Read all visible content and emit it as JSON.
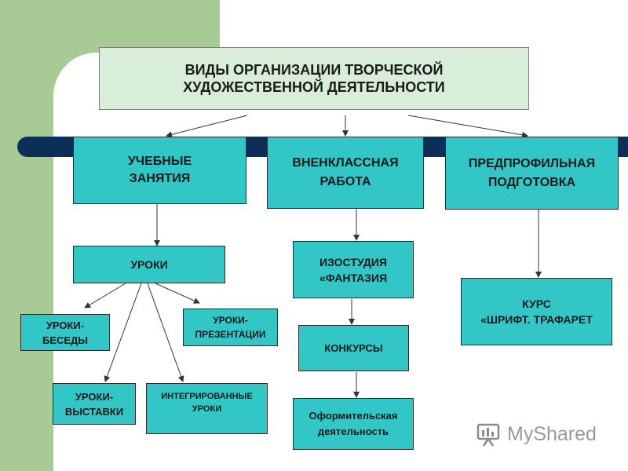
{
  "title": {
    "line1": "ВИДЫ ОРГАНИЗАЦИИ ТВОРЧЕСКОЙ",
    "line2": "ХУДОЖЕСТВЕННОЙ ДЕЯТЕЛЬНОСТИ"
  },
  "categories": {
    "academic": {
      "line1": "УЧЕБНЫЕ",
      "line2": "ЗАНЯТИЯ"
    },
    "extracurricular": {
      "line1": "ВНЕНКЛАССНАЯ",
      "line2": "РАБОТА"
    },
    "preprofile": {
      "line1": "ПРЕДПРОФИЛЬНАЯ",
      "line2": "ПОДГОТОВКА"
    }
  },
  "lessons": {
    "main": "УРОКИ",
    "conversations": {
      "line1": "УРОКИ-",
      "line2": "БЕСЕДЫ"
    },
    "presentations": {
      "line1": "УРОКИ-",
      "line2": "ПРЕЗЕНТАЦИИ"
    },
    "exhibitions": {
      "line1": "УРОКИ-",
      "line2": "ВЫСТАВКИ"
    },
    "integrated": {
      "line1": "ИНТЕГРИРОВАННЫЕ",
      "line2": "УРОКИ"
    }
  },
  "studio": {
    "line1": "ИЗОСТУДИЯ",
    "line2": "«ФАНТАЗИЯ"
  },
  "contests": "КОНКУРСЫ",
  "design": {
    "line1": "Оформительская",
    "line2": "деятельность"
  },
  "course": {
    "line1": "КУРС",
    "line2": "«ШРИФТ. ТРАФАРЕТ"
  },
  "watermark": "MyShared",
  "colors": {
    "box_fill": "#33c6c6",
    "title_fill": "#d9eed8",
    "green_bg": "#a7cb95",
    "navy_band": "#0b2f58"
  }
}
